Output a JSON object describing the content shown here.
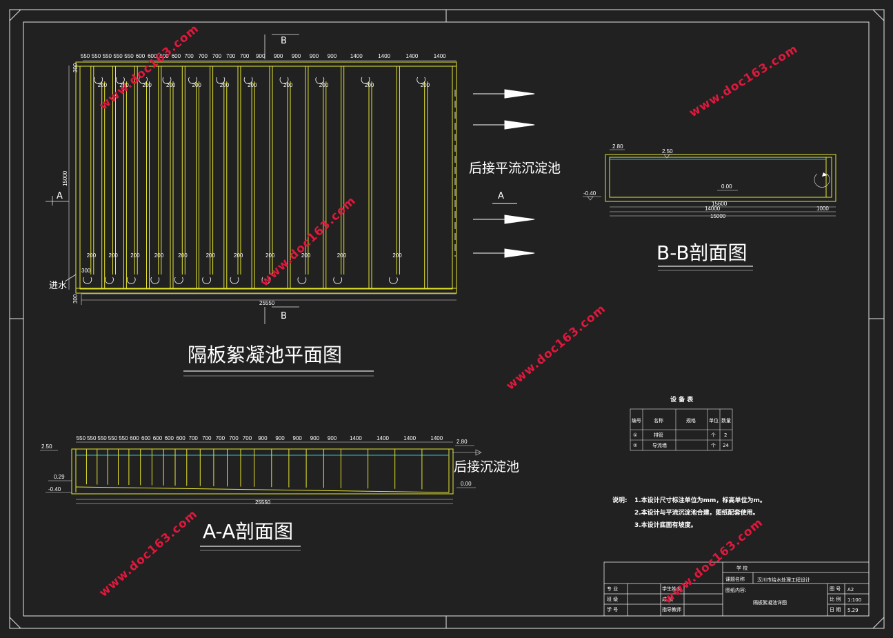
{
  "colors": {
    "background": "#212121",
    "frame": "#e8e8e8",
    "wall": "#e6e62e",
    "water": "#2ec4c4",
    "text": "#ffffff",
    "watermark": "#e0183c"
  },
  "plan": {
    "title": "隔板絮凝池平面图",
    "section_mark": "B",
    "side_mark": "A",
    "top_dims": [
      "550",
      "550",
      "550",
      "550",
      "550",
      "600",
      "600",
      "600",
      "600",
      "700",
      "700",
      "700",
      "700",
      "700",
      "900",
      "900",
      "900",
      "900",
      "900",
      "1400",
      "1400",
      "1400",
      "1400"
    ],
    "width_300_top": "300",
    "width_300_bottom": "300",
    "height_300": "300",
    "height_dim": "15000",
    "bottom_dim": "25550",
    "slot_label": "200",
    "inlet_label": "进水"
  },
  "arrows_note": "后接平流沉淀池",
  "arrow_section": "A",
  "section_bb": {
    "title": "B-B剖面图",
    "level_top": "2.80",
    "level_water": "2.50",
    "level_zero": "0.00",
    "level_bottom": "-0.40",
    "dim_a": "15600",
    "dim_b": "14000",
    "dim_c": "1000",
    "dim_total": "15000"
  },
  "section_aa": {
    "title": "A-A剖面图",
    "top_dims": [
      "550",
      "550",
      "550",
      "550",
      "550",
      "600",
      "600",
      "600",
      "600",
      "600",
      "700",
      "700",
      "700",
      "700",
      "700",
      "900",
      "900",
      "900",
      "900",
      "900",
      "1400",
      "1400",
      "1400",
      "1400"
    ],
    "level_left": "2.50",
    "level_right_top": "2.80",
    "level_mid": "0.29",
    "level_bottom": "-0.40",
    "level_zero": "0.00",
    "bottom_dim": "25550",
    "note": "后接沉淀池"
  },
  "equipment_table": {
    "title": "设 备 表",
    "headers": [
      "编号",
      "名称",
      "规格",
      "单位",
      "数量"
    ],
    "rows": [
      [
        "①",
        "排管",
        "",
        "个",
        "2"
      ],
      [
        "②",
        "导流墙",
        "",
        "个",
        "24"
      ]
    ]
  },
  "notes": {
    "label": "说明:",
    "lines": [
      "1.本设计尺寸标注单位为mm，标高单位为m。",
      "2.本设计与平流沉淀池合建，图纸配套使用。",
      "3.本设计底面有坡度。"
    ]
  },
  "title_block": {
    "school": "学 校",
    "project_label": "课题名称",
    "project": "汉川市给水处理工程设计",
    "content_label": "图纸内容:",
    "content": "隔板絮凝池详图",
    "left_rows": [
      "专 业",
      "班 级",
      "学 号"
    ],
    "mid_rows": [
      "学生姓名",
      "成 绩",
      "指导教师"
    ],
    "right_rows": [
      [
        "图 号",
        "A2"
      ],
      [
        "比 例",
        "1:100"
      ],
      [
        "日 期",
        "5.29"
      ]
    ]
  },
  "watermark": "www.doc163.com"
}
